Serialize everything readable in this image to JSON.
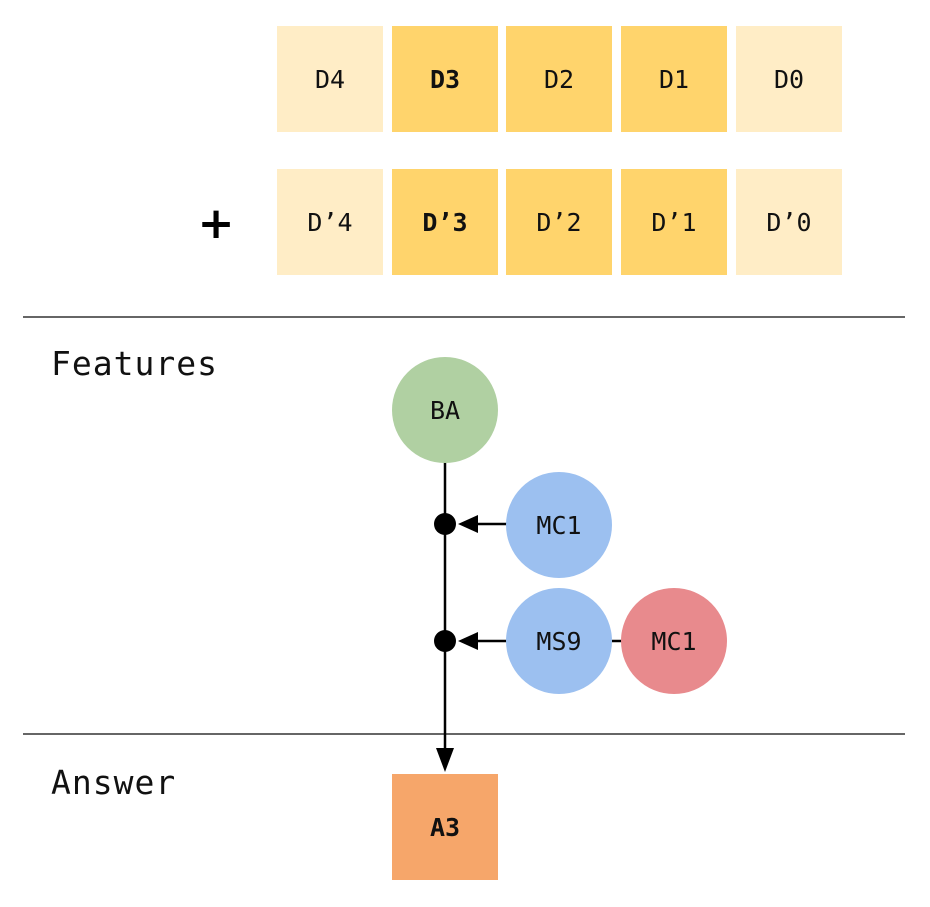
{
  "row1": {
    "cells": [
      {
        "label": "D4",
        "shade": "light",
        "bold": false
      },
      {
        "label": "D3",
        "shade": "dark",
        "bold": true
      },
      {
        "label": "D2",
        "shade": "dark",
        "bold": false
      },
      {
        "label": "D1",
        "shade": "dark",
        "bold": false
      },
      {
        "label": "D0",
        "shade": "light",
        "bold": false
      }
    ]
  },
  "row2": {
    "operator": "+",
    "cells": [
      {
        "label": "D’4",
        "shade": "light",
        "bold": false
      },
      {
        "label": "D’3",
        "shade": "dark",
        "bold": true
      },
      {
        "label": "D’2",
        "shade": "dark",
        "bold": false
      },
      {
        "label": "D’1",
        "shade": "dark",
        "bold": false
      },
      {
        "label": "D’0",
        "shade": "light",
        "bold": false
      }
    ]
  },
  "features": {
    "title": "Features",
    "root_node": {
      "label": "BA",
      "color": "#b0d0a2"
    },
    "inputs": [
      {
        "label": "MC1",
        "color": "#9cc0f0"
      },
      {
        "label": "MS9",
        "color": "#9cc0f0",
        "linked": {
          "label": "MC1",
          "color": "#e88a8d"
        }
      }
    ]
  },
  "answer": {
    "title": "Answer",
    "label": "A3",
    "color": "#f6a66a"
  },
  "colors": {
    "light_cell": "#ffedc6",
    "dark_cell": "#ffd46c",
    "line": "#000000",
    "divider": "#666666"
  }
}
